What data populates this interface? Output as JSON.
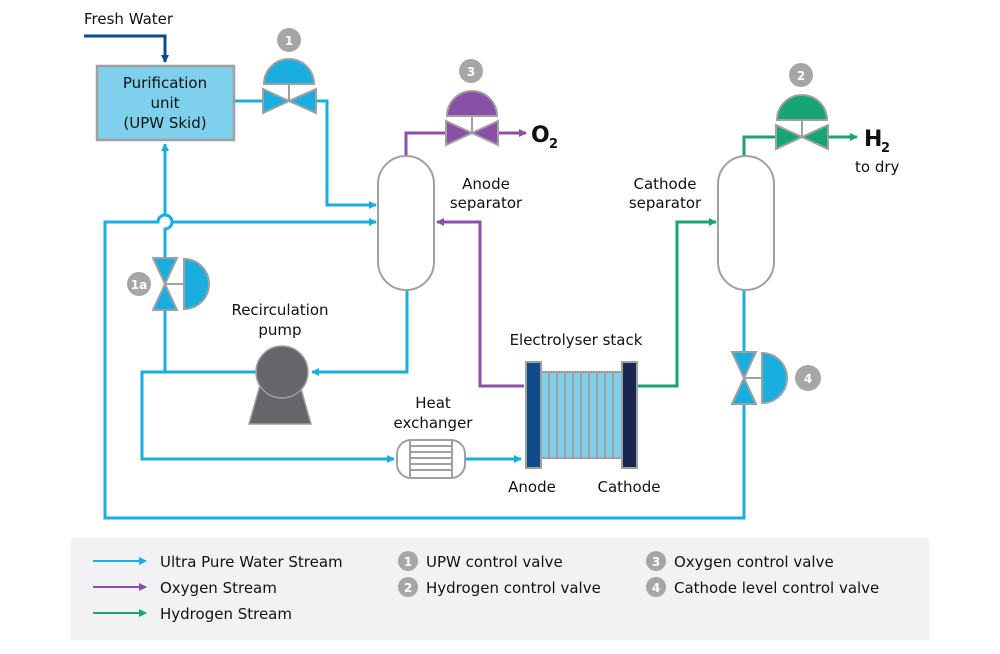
{
  "colors": {
    "upw": "#1aaee0",
    "fresh_water": "#0b4a8c",
    "oxygen": "#8a4fa6",
    "hydrogen": "#17a673",
    "equipment_outline": "#a0a0a0",
    "purification_fill": "#7ed0ec",
    "pump_fill": "#656669",
    "badge_fill": "#a6a6a6",
    "anode_plate": "#0f4c8a",
    "cathode_plate": "#1a2550",
    "cell_fill": "#7ed0ec",
    "legend_bg": "#f2f2f4"
  },
  "labels": {
    "fresh_water": "Fresh Water",
    "purification_line1": "Purification",
    "purification_line2": "unit",
    "purification_line3": "(UPW Skid)",
    "anode_sep_line1": "Anode",
    "anode_sep_line2": "separator",
    "cathode_sep_line1": "Cathode",
    "cathode_sep_line2": "separator",
    "recirc_line1": "Recirculation",
    "recirc_line2": "pump",
    "electrolyser": "Electrolyser stack",
    "heat_line1": "Heat",
    "heat_line2": "exchanger",
    "anode": "Anode",
    "cathode": "Cathode",
    "o2_main": "O",
    "o2_sub": "2",
    "h2_main": "H",
    "h2_sub": "2",
    "to_dry": "to dry"
  },
  "valves": [
    {
      "id": "1",
      "badge": "1",
      "stream": "upw"
    },
    {
      "id": "1a",
      "badge": "1a",
      "stream": "upw"
    },
    {
      "id": "2",
      "badge": "2",
      "stream": "hydrogen"
    },
    {
      "id": "3",
      "badge": "3",
      "stream": "oxygen"
    },
    {
      "id": "4",
      "badge": "4",
      "stream": "upw"
    }
  ],
  "legend": {
    "streams": [
      {
        "label": "Ultra Pure Water Stream",
        "color": "#1aaee0"
      },
      {
        "label": "Oxygen Stream",
        "color": "#8a4fa6"
      },
      {
        "label": "Hydrogen Stream",
        "color": "#17a673"
      }
    ],
    "valves": [
      {
        "badge": "1",
        "label": "UPW control valve"
      },
      {
        "badge": "2",
        "label": "Hydrogen control valve"
      },
      {
        "badge": "3",
        "label": "Oxygen control valve"
      },
      {
        "badge": "4",
        "label": "Cathode level control valve"
      }
    ]
  }
}
